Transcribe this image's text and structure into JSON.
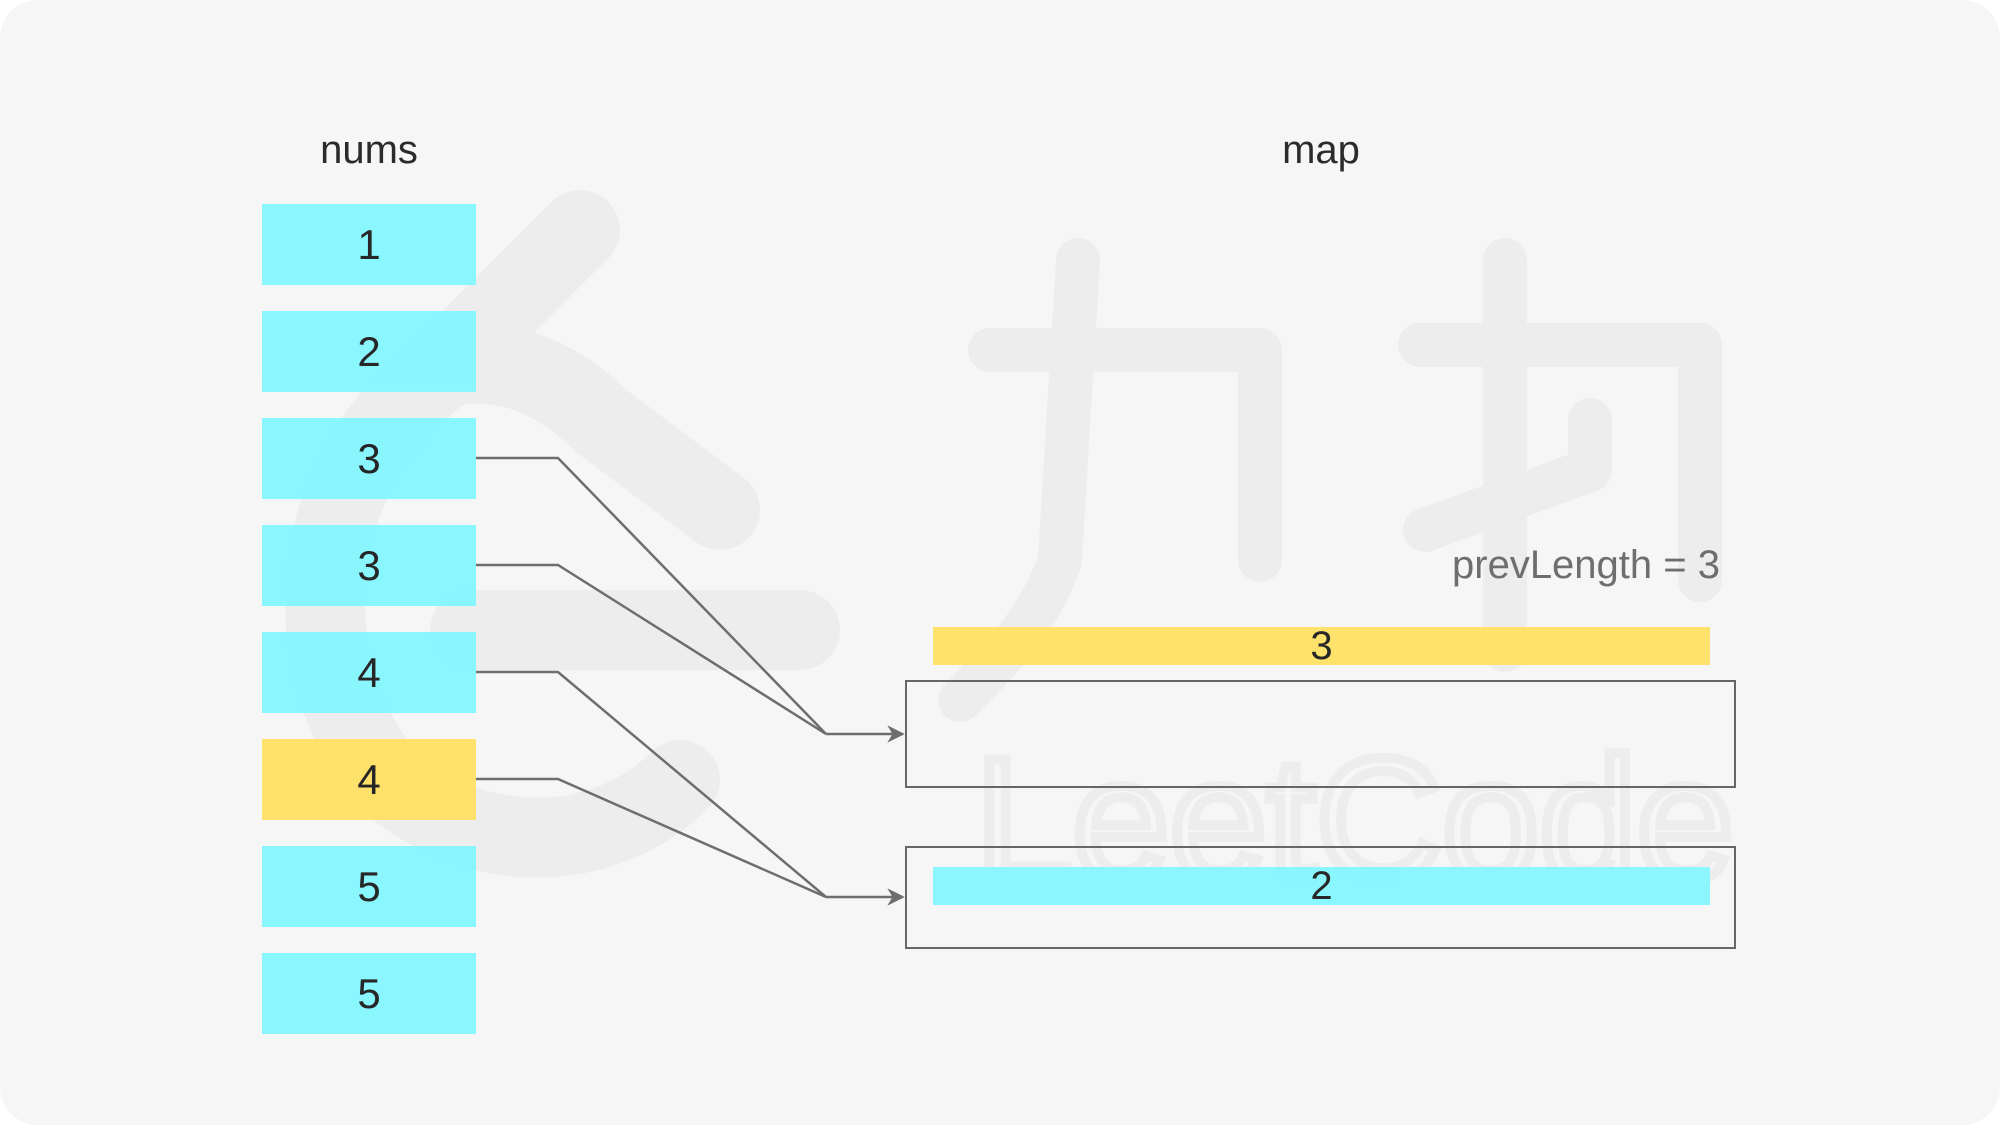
{
  "titles": {
    "nums": "nums",
    "map": "map"
  },
  "nums": [
    {
      "value": "1",
      "color": "#7ff6ff"
    },
    {
      "value": "2",
      "color": "#7ff6ff"
    },
    {
      "value": "3",
      "color": "#7ff6ff"
    },
    {
      "value": "3",
      "color": "#7ff6ff"
    },
    {
      "value": "4",
      "color": "#7ff6ff"
    },
    {
      "value": "4",
      "color": "#ffe05c",
      "highlighted": true
    },
    {
      "value": "5",
      "color": "#7ff6ff"
    },
    {
      "value": "5",
      "color": "#7ff6ff"
    }
  ],
  "map": {
    "prev_length_label": "prevLength = 3",
    "entry_top_value": "3",
    "entry_bottom_value": "2"
  },
  "colors": {
    "cyan": "#7ff6ff",
    "yellow": "#ffe05c",
    "arrow": "#6e6e6e",
    "background": "#f6f6f6"
  },
  "watermark": {
    "icon": "leetcode-logo-icon",
    "text": "LeetCode"
  }
}
